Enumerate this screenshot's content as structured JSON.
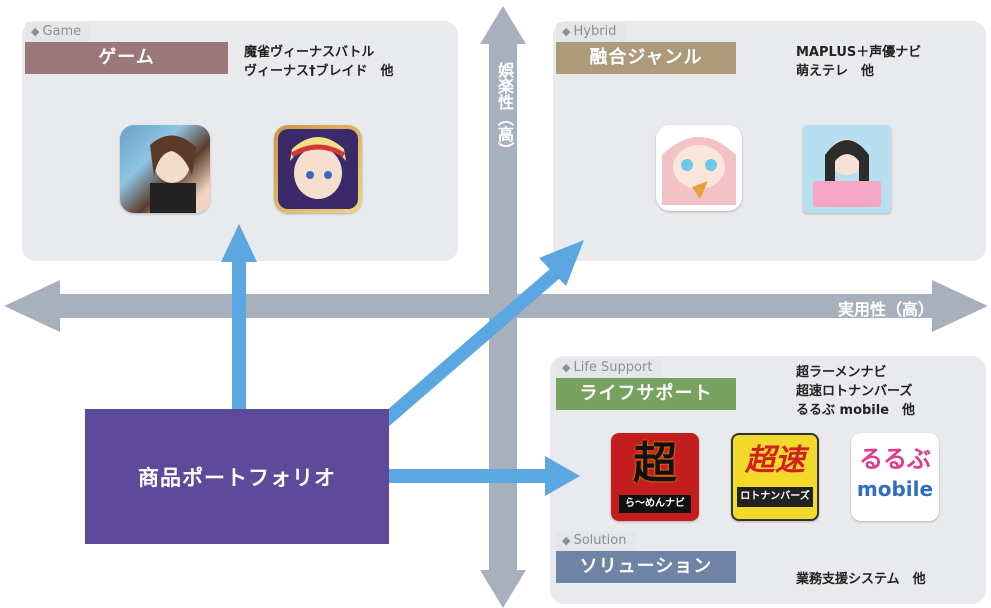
{
  "axes": {
    "vertical_label": "娯楽性（高）",
    "horizontal_label": "実用性（高）"
  },
  "center": {
    "label": "商品ポートフォリオ"
  },
  "quadrants": {
    "game": {
      "en_label": "Game",
      "jp_label": "ゲーム",
      "color": "#9a7878",
      "items": [
        "魔雀ヴィーナスバトル",
        "ヴィーナス†ブレイド　他"
      ]
    },
    "hybrid": {
      "en_label": "Hybrid",
      "jp_label": "融合ジャンル",
      "color": "#ad9a7b",
      "items": [
        "MAPLUS＋声優ナビ",
        "萌えテレ　他"
      ]
    },
    "life_support": {
      "en_label": "Life Support",
      "jp_label": "ライフサポート",
      "color": "#78a25f",
      "items": [
        "超ラーメンナビ",
        "超速ロトナンバーズ",
        "るるぶ mobile　他"
      ]
    },
    "solution": {
      "en_label": "Solution",
      "jp_label": "ソリューション",
      "color": "#6f84a4",
      "items": [
        "業務支援システム　他"
      ]
    }
  },
  "icons": {
    "ramen_chara": "超",
    "ramen_sub": "ら～めんナビ",
    "loto_chara": "超速",
    "loto_sub": "ロトナンバーズ",
    "rurubu_top": "るるぶ",
    "rurubu_bottom": "mobile"
  },
  "colors": {
    "axis": "#a9b0bd",
    "arrow": "#5aa7e2",
    "portfolio": "#5e4a9a"
  }
}
